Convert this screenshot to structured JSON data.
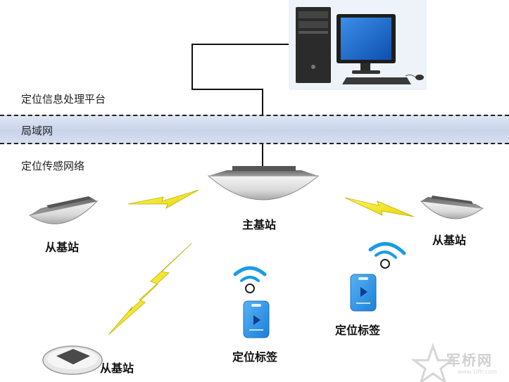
{
  "zones": {
    "platform": "定位信息处理平台",
    "lan": "局域网",
    "sensor_network": "定位传感网络"
  },
  "nodes": {
    "main_station": "主基站",
    "sub_station_left": "从基站",
    "sub_station_right": "从基站",
    "sub_station_bottom": "从基站",
    "tag_1": "定位标签",
    "tag_2": "定位标签"
  },
  "icons": {
    "computer": "desktop-computer-icon",
    "base_station": "ceiling-base-station-icon",
    "wireless_link": "lightning-bolt-icon",
    "tag": "locator-tag-icon",
    "signal": "wifi-signal-icon"
  },
  "watermark": {
    "text": "军桥网",
    "url": "www.1lflr.com"
  },
  "colors": {
    "lan_band": "#c9d4ea",
    "lightning": "#f2e600",
    "tag_blue": "#2a8ee6",
    "signal_blue": "#1a9be8",
    "monitor_screen": "#1e6fd0"
  }
}
